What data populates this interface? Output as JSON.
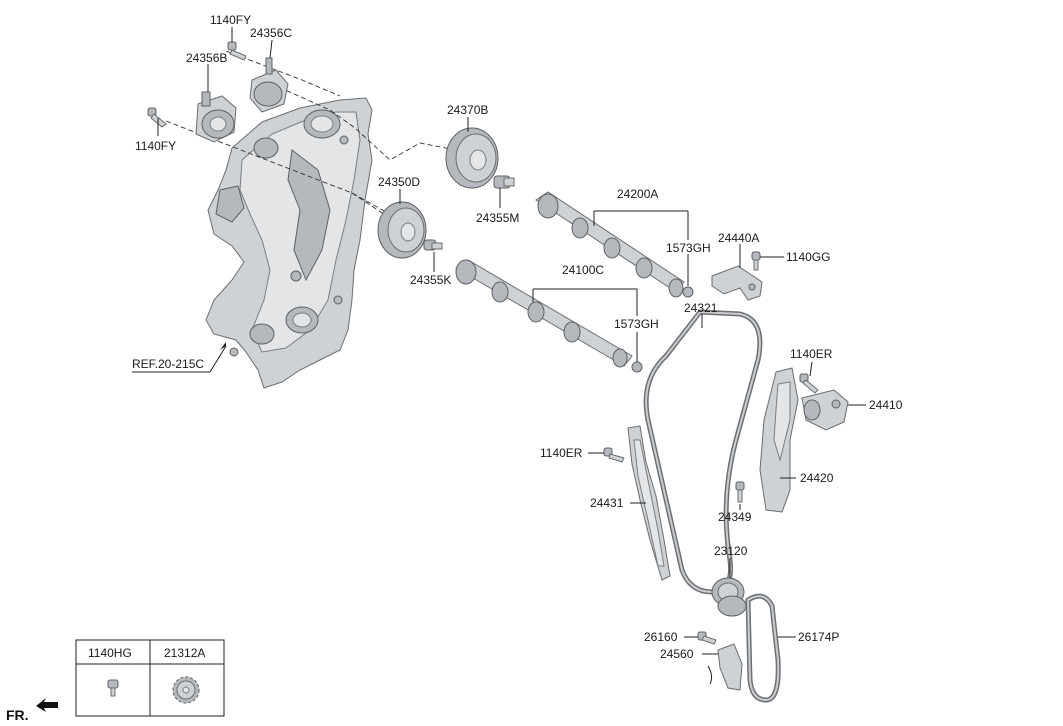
{
  "labels": {
    "p1140FY_top": "1140FY",
    "p24356C": "24356C",
    "p24356B": "24356B",
    "p1140FY_left": "1140FY",
    "p24370B": "24370B",
    "p24350D": "24350D",
    "p24355M": "24355M",
    "p24200A": "24200A",
    "p1573GH_top": "1573GH",
    "p24440A": "24440A",
    "p1140GG": "1140GG",
    "p24355K": "24355K",
    "p24100C": "24100C",
    "p1573GH_mid": "1573GH",
    "p24321": "24321",
    "pREF": "REF.20-215C",
    "p1140ER_right": "1140ER",
    "p24410": "24410",
    "p1140ER_left": "1140ER",
    "p24420": "24420",
    "p24349": "24349",
    "p24431": "24431",
    "p23120": "23120",
    "p26160": "26160",
    "p26174P": "26174P",
    "p24560": "24560"
  },
  "legend_table": {
    "headers": [
      "1140HG",
      "21312A"
    ]
  },
  "direction_label": "FR."
}
